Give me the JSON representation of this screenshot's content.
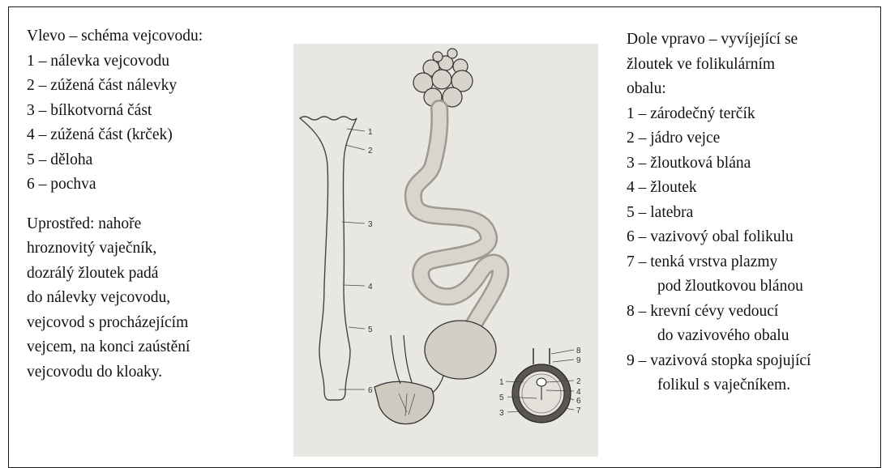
{
  "left": {
    "heading": "Vlevo – schéma vejcovodu:",
    "items": [
      "1 – nálevka vejcovodu",
      "2 – zúžená část nálevky",
      "3 – bílkotvorná část",
      "4 – zúžená část (krček)",
      "5 – děloha",
      "6 – pochva"
    ],
    "middle_description": [
      "Uprostřed: nahoře",
      "hroznovitý vaječník,",
      "dozrálý žloutek padá",
      "do nálevky vejcovodu,",
      "vejcovod s procházejícím",
      "vejcem, na konci zaústění",
      "vejcovodu do kloaky."
    ]
  },
  "right": {
    "heading_lines": [
      "Dole vpravo – vyvíjející se",
      "žloutek ve folikulárním",
      "obalu:"
    ],
    "items": [
      {
        "lines": [
          "1 – zárodečný terčík"
        ]
      },
      {
        "lines": [
          "2 – jádro vejce"
        ]
      },
      {
        "lines": [
          "3 – žloutková blána"
        ]
      },
      {
        "lines": [
          "4 – žloutek"
        ]
      },
      {
        "lines": [
          "5 – latebra"
        ]
      },
      {
        "lines": [
          "6 – vazivový obal folikulu"
        ]
      },
      {
        "lines": [
          "7 – tenká vrstva plazmy",
          "pod žloutkovou blánou"
        ]
      },
      {
        "lines": [
          "8 – krevní cévy vedoucí",
          "do vazivového obalu"
        ]
      },
      {
        "lines": [
          "9 – vazivová stopka spojující",
          "folikul s vaječníkem."
        ]
      }
    ]
  },
  "figure": {
    "oviduct_labels": [
      "1",
      "2",
      "3",
      "4",
      "5",
      "6"
    ],
    "follicle_labels": [
      "8",
      "9",
      "1",
      "2",
      "4",
      "5",
      "6",
      "3",
      "7"
    ]
  }
}
